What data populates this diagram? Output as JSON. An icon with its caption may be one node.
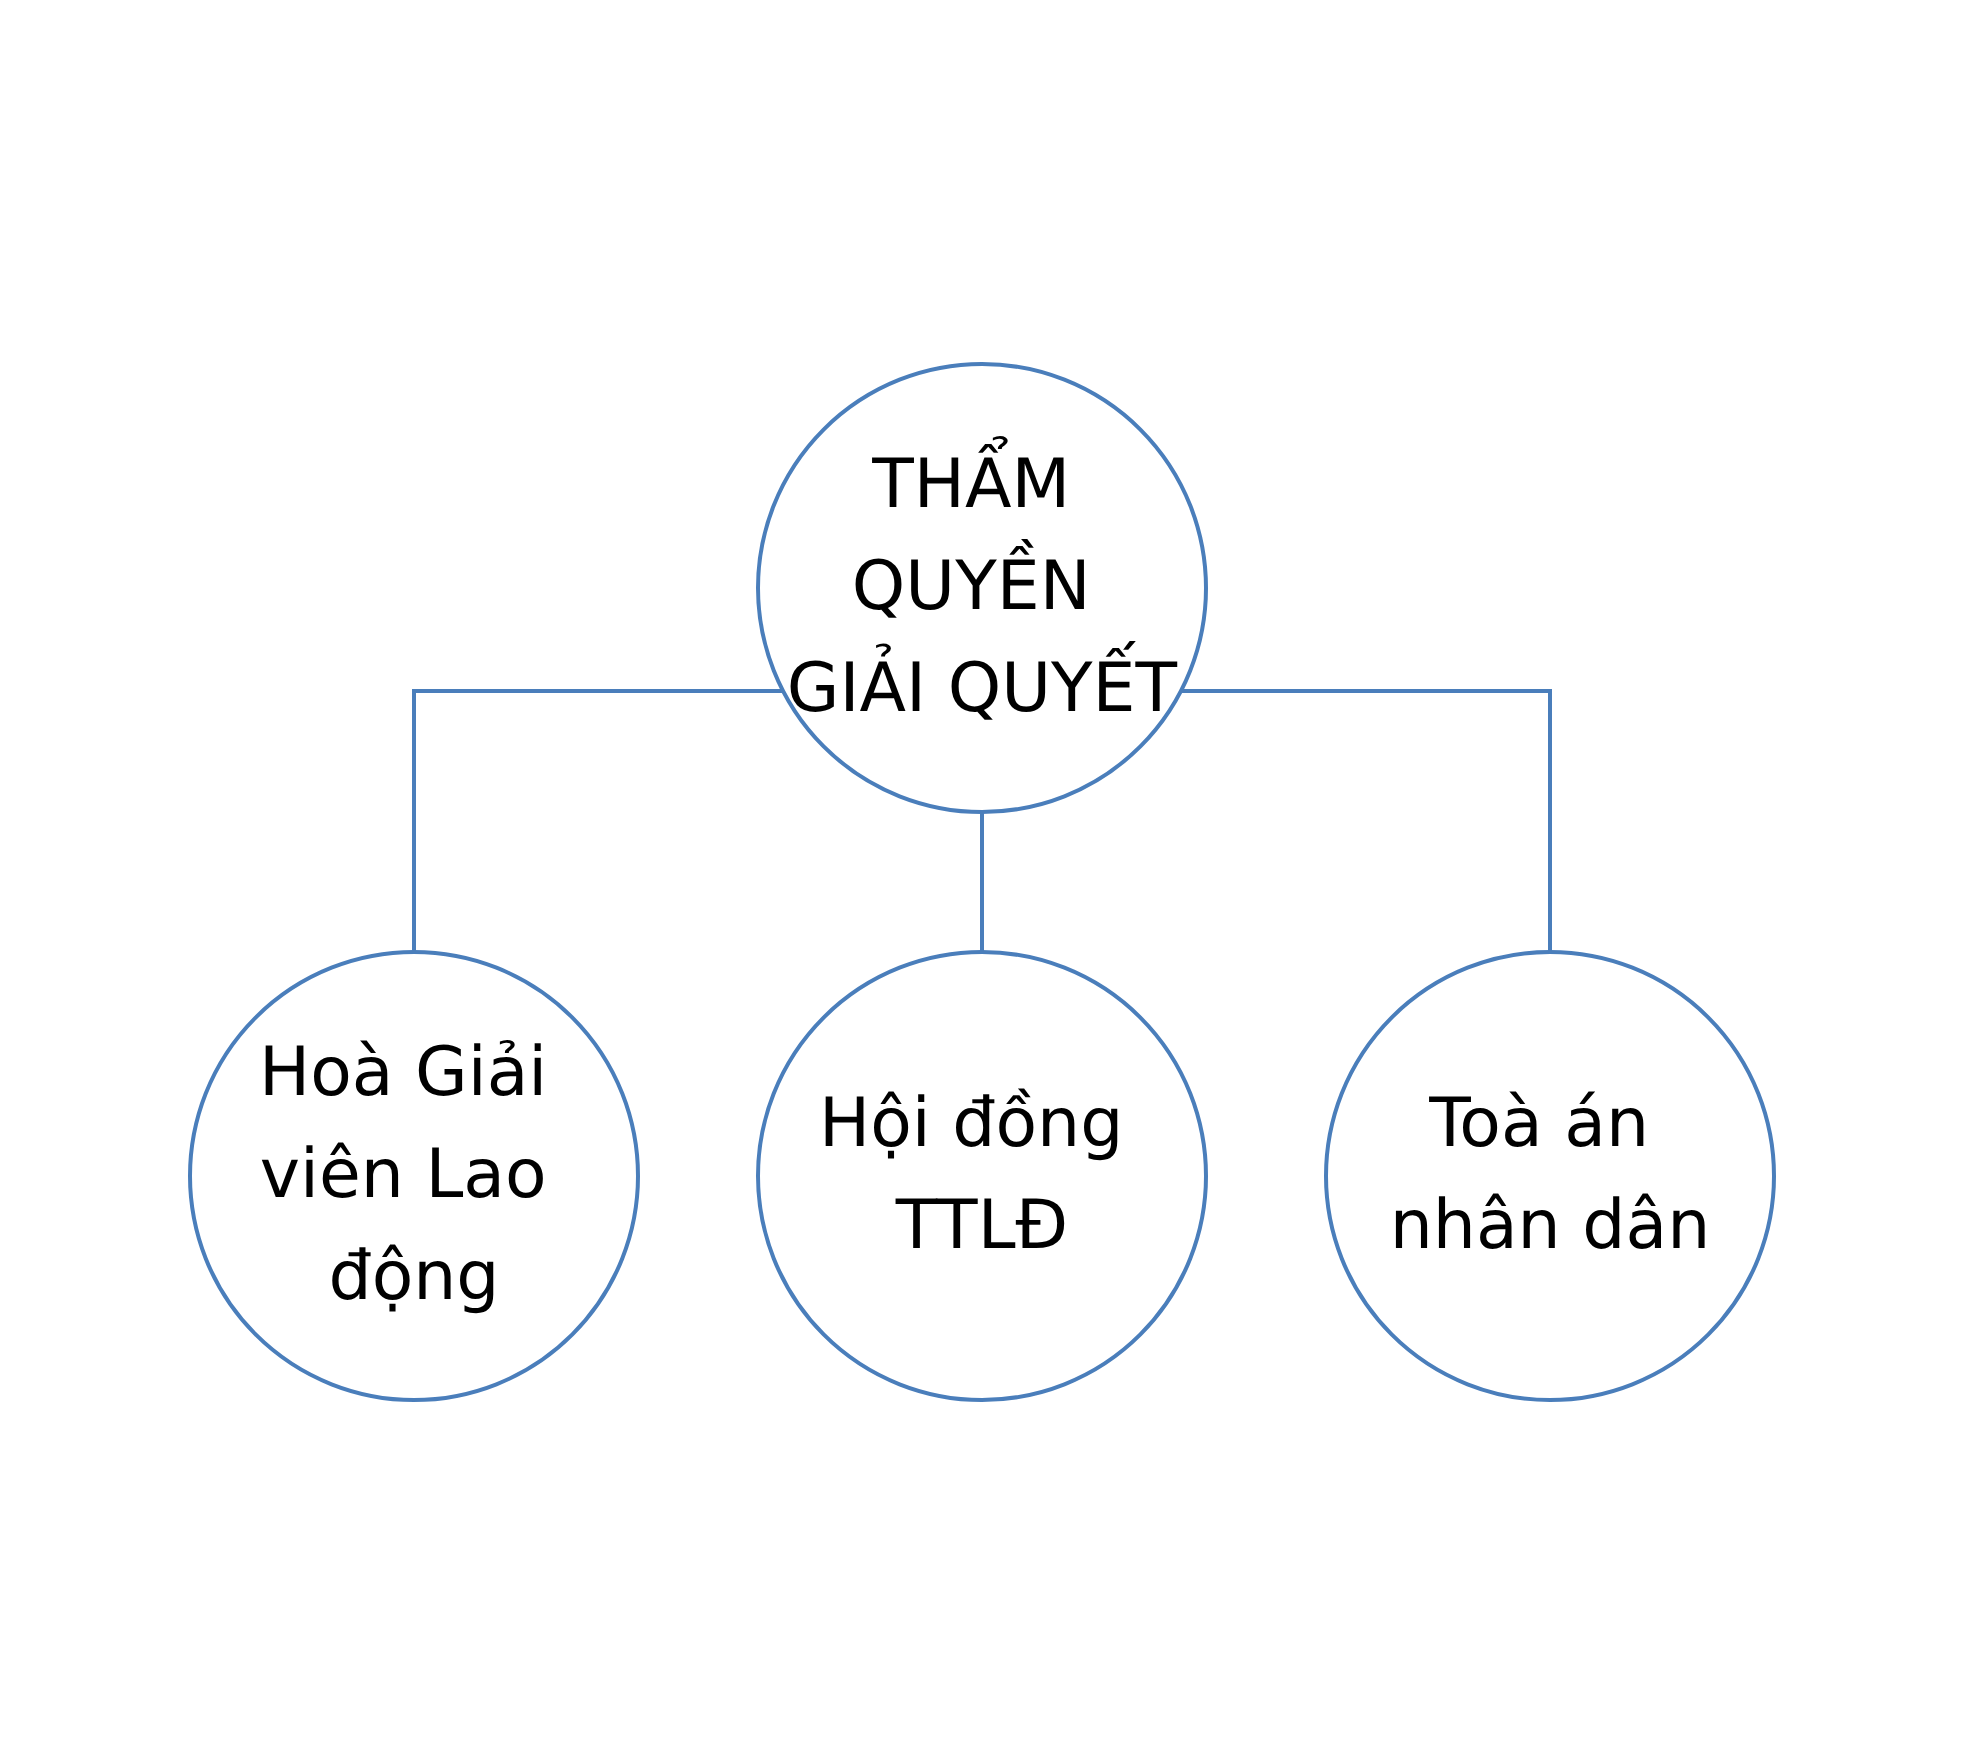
{
  "diagram": {
    "nodes": [
      {
        "text": [
          "THẨM QUYỀN GIẢI QUYẾT"
        ]
      },
      {
        "text": [
          "Hoà Giải viên Lao động"
        ]
      },
      {
        "text": [
          "Hội đồng TTLĐ"
        ]
      },
      {
        "text": [
          "Toà án nhân dân"
        ]
      }
    ],
    "edges": [
      {
        "from": 0,
        "to": 1,
        "arrow": "none"
      },
      {
        "from": 0,
        "to": 2,
        "arrow": "none"
      },
      {
        "from": 0,
        "to": 3,
        "arrow": "none"
      }
    ]
  }
}
